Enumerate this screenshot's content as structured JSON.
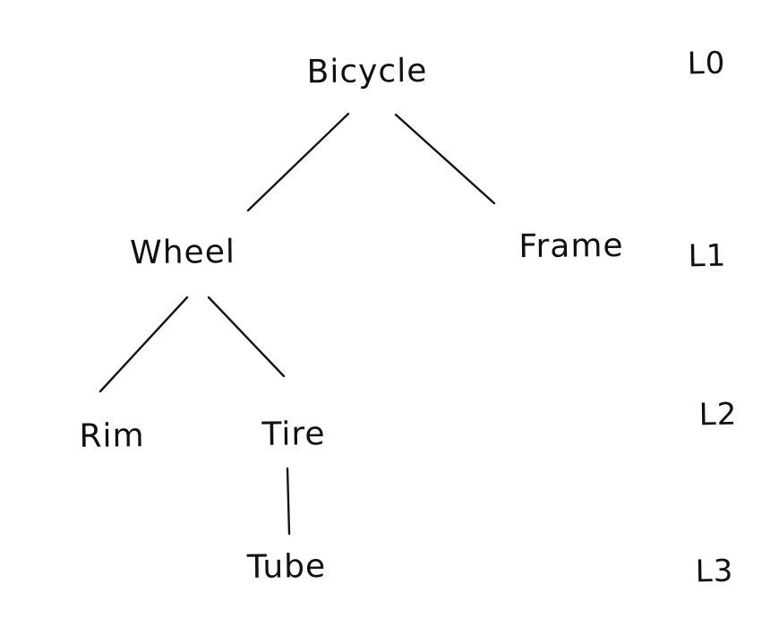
{
  "diagram": {
    "type": "tree",
    "nodes": [
      {
        "id": "bicycle",
        "label": "Bicycle",
        "level": 0
      },
      {
        "id": "wheel",
        "label": "Wheel",
        "level": 1
      },
      {
        "id": "frame",
        "label": "Frame",
        "level": 1
      },
      {
        "id": "rim",
        "label": "Rim",
        "level": 2
      },
      {
        "id": "tire",
        "label": "Tire",
        "level": 2
      },
      {
        "id": "tube",
        "label": "Tube",
        "level": 3
      }
    ],
    "edges": [
      {
        "from": "Bicycle",
        "to": "Wheel"
      },
      {
        "from": "Bicycle",
        "to": "Frame"
      },
      {
        "from": "Wheel",
        "to": "Rim"
      },
      {
        "from": "Wheel",
        "to": "Tire"
      },
      {
        "from": "Tire",
        "to": "Tube"
      }
    ],
    "level_labels": [
      "L0",
      "L1",
      "L2",
      "L3"
    ],
    "colors": {
      "ink": "#141414",
      "background": "#ffffff"
    },
    "style": "hand-drawn"
  }
}
